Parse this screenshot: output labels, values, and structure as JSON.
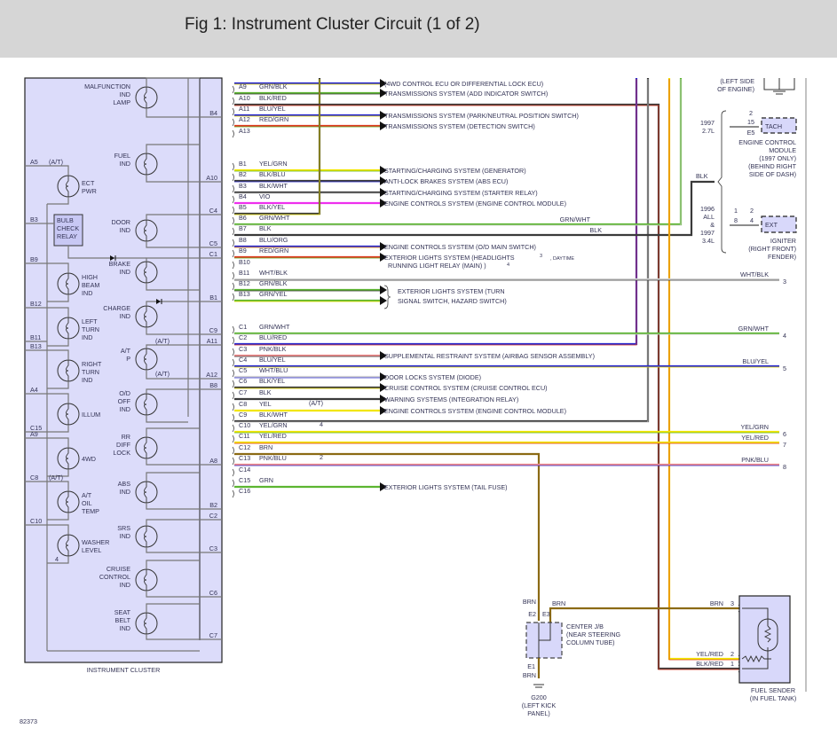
{
  "header": {
    "title": "Fig 1: Instrument Cluster Circuit (1 of 2)"
  },
  "figure_id": "82373",
  "wire_colors": {
    "GRN": "#5cb531",
    "BLK": "#3a3a3a",
    "BLU": "#2a2ad0",
    "YEL": "#f2e600",
    "RED": "#e03a20",
    "WHT": "#d4d4d4",
    "VIO": "#ee30ee",
    "PNK": "#f08a8a",
    "BRN": "#8b6a14",
    "ORG": "#ff9a00"
  },
  "cluster": {
    "label": "INSTRUMENT CLUSTER",
    "fill": "#dcdcfa",
    "relay": {
      "lines": [
        "BULB",
        "CHECK",
        "RELAY"
      ],
      "pin": "B3"
    },
    "right_lamps": [
      {
        "lines": [
          "MALFUNCTION",
          "IND",
          "LAMP"
        ],
        "bottom": "B4"
      },
      {
        "lines": [
          "FUEL",
          "IND"
        ],
        "bottom": "A10"
      },
      {
        "lines": [
          "DOOR",
          "IND"
        ],
        "top": "C4",
        "bottom": "C5"
      },
      {
        "lines": [
          "BRAKE",
          "IND"
        ],
        "top": "C1"
      },
      {
        "lines": [
          "CHARGE",
          "IND"
        ],
        "top": "B1",
        "bottom": "C9"
      },
      {
        "lines": [
          "A/T",
          "P"
        ],
        "top": "A11",
        "bottom": "A12",
        "note_top": "(A/T)",
        "note_bottom": "(A/T)"
      },
      {
        "lines": [
          "O/D",
          "OFF",
          "IND"
        ],
        "top": "B8"
      },
      {
        "lines": [
          "RR",
          "DIFF",
          "LOCK"
        ],
        "bottom": "A8"
      },
      {
        "lines": [
          "ABS",
          "IND"
        ],
        "bottom": "B2"
      },
      {
        "lines": [
          "SRS",
          "IND"
        ],
        "top": "C2",
        "bottom": "C3"
      },
      {
        "lines": [
          "CRUISE",
          "CONTROL",
          "IND"
        ],
        "bottom": "C6"
      },
      {
        "lines": [
          "SEAT",
          "BELT",
          "IND"
        ],
        "bottom": "C7"
      }
    ],
    "left_lamps": [
      {
        "lines": [
          "ECT",
          "PWR"
        ],
        "pin": "A5",
        "note": "(A/T)"
      },
      {
        "lines": [
          "HIGH",
          "BEAM",
          "IND"
        ],
        "pin": "B9"
      },
      {
        "lines": [
          "LEFT",
          "TURN",
          "IND"
        ],
        "pin": "B12"
      },
      {
        "lines": [
          "RIGHT",
          "TURN",
          "IND"
        ],
        "pin": "B13"
      },
      {
        "lines": [
          "ILLUM"
        ],
        "pin": "A4",
        "bottom": "C15"
      },
      {
        "lines": [
          "4WD"
        ],
        "pin": "A9"
      },
      {
        "lines": [
          "A/T",
          "OIL",
          "TEMP"
        ],
        "pin": "C8",
        "note": "(A/T)"
      },
      {
        "lines": [
          "WASHER",
          "LEVEL"
        ],
        "pin": "C10",
        "note": "4"
      }
    ],
    "left_extra_pin": "B11"
  },
  "connector": {
    "top_dest": "(4WD CONTROL ECU OR DIFFERENTIAL LOCK ECU)",
    "pins": [
      {
        "pin": "A9",
        "wire": "GRN/BLK",
        "dest": "TRANSMISSIONS SYSTEM      (ADD INDICATOR SWITCH)"
      },
      {
        "pin": "A10",
        "wire": "BLK/RED"
      },
      {
        "pin": "A11",
        "wire": "BLU/YEL",
        "dest": "TRANSMISSIONS SYSTEM (PARK/NEUTRAL POSITION SWITCH)"
      },
      {
        "pin": "A12",
        "wire": "RED/GRN",
        "dest": "TRANSMISSIONS SYSTEM      (DETECTION SWITCH)"
      },
      {
        "pin": "A13"
      },
      {
        "pin": "B1",
        "wire": "YEL/GRN",
        "dest": "STARTING/CHARGING SYSTEM (GENERATOR)"
      },
      {
        "pin": "B2",
        "wire": "BLK/BLU",
        "dest": "ANTI-LOCK BRAKES SYSTEM (ABS ECU)"
      },
      {
        "pin": "B3",
        "wire": "BLK/WHT",
        "dest": "STARTING/CHARGING SYSTEM (STARTER RELAY)"
      },
      {
        "pin": "B4",
        "wire": "VIO",
        "dest": "ENGINE CONTROLS SYSTEM (ENGINE CONTROL MODULE)"
      },
      {
        "pin": "B5",
        "wire": "BLK/YEL"
      },
      {
        "pin": "B6",
        "wire": "GRN/WHT"
      },
      {
        "pin": "B7",
        "wire": "BLK"
      },
      {
        "pin": "B8",
        "wire": "BLU/ORG",
        "dest": "ENGINE CONTROLS SYSTEM (O/D MAIN SWITCH)"
      },
      {
        "pin": "B9",
        "wire": "RED/GRN",
        "dest": "EXTERIOR LIGHTS SYSTEM (HEADLIGHTS",
        "dest_sup": "3",
        "dest_tail": ", DAYTIME",
        "dest2": "RUNNING LIGHT RELAY (MAIN) )",
        "dest2_sup": "4"
      },
      {
        "pin": "B10"
      },
      {
        "pin": "B11",
        "wire": "WHT/BLK"
      },
      {
        "pin": "B12",
        "wire": "GRN/BLK",
        "brace": true
      },
      {
        "pin": "B13",
        "wire": "GRN/YEL",
        "brace": true
      },
      {
        "pin": "C1",
        "wire": "GRN/WHT"
      },
      {
        "pin": "C2",
        "wire": "BLU/RED"
      },
      {
        "pin": "C3",
        "wire": "PNK/BLK",
        "dest": "SUPPLEMENTAL RESTRAINT SYSTEM (AIRBAG SENSOR ASSEMBLY)"
      },
      {
        "pin": "C4",
        "wire": "BLU/YEL"
      },
      {
        "pin": "C5",
        "wire": "WHT/BLU",
        "dest": "DOOR LOCKS SYSTEM (DIODE)"
      },
      {
        "pin": "C6",
        "wire": "BLK/YEL",
        "dest": "CRUISE CONTROL SYSTEM (CRUISE CONTROL ECU)"
      },
      {
        "pin": "C7",
        "wire": "BLK",
        "dest": "WARNING SYSTEMS (INTEGRATION RELAY)"
      },
      {
        "pin": "C8",
        "wire": "YEL",
        "note": "(A/T)",
        "dest": "ENGINE CONTROLS SYSTEM (ENGINE CONTROL MODULE)"
      },
      {
        "pin": "C9",
        "wire": "BLK/WHT"
      },
      {
        "pin": "C10",
        "wire": "YEL/GRN",
        "note": "4"
      },
      {
        "pin": "C11",
        "wire": "YEL/RED"
      },
      {
        "pin": "C12",
        "wire": "BRN"
      },
      {
        "pin": "C13",
        "wire": "PNK/BLU",
        "note": "2"
      },
      {
        "pin": "C14"
      },
      {
        "pin": "C15",
        "wire": "GRN",
        "dest": "EXTERIOR LIGHTS SYSTEM (TAIL FUSE)"
      },
      {
        "pin": "C16"
      }
    ],
    "brace_dest": [
      "EXTERIOR LIGHTS SYSTEM (TURN",
      "SIGNAL SWITCH, HAZARD SWITCH)"
    ]
  },
  "right_terminals": [
    {
      "num": "3",
      "wire": "WHT/BLK",
      "from": "B11"
    },
    {
      "num": "4",
      "wire": "GRN/WHT",
      "from": "C1"
    },
    {
      "num": "5",
      "wire": "BLU/YEL",
      "from": "C4"
    },
    {
      "num": "6",
      "wire": "YEL/GRN",
      "from": "C10"
    },
    {
      "num": "7",
      "wire": "YEL/RED",
      "from": "C11"
    },
    {
      "num": "8",
      "wire": "PNK/BLU",
      "from": "C13"
    }
  ],
  "long_wire_labels": {
    "B6": "GRN/WHT",
    "B7": "BLK"
  },
  "ground_top": {
    "lines": [
      "(LEFT SIDE",
      "OF ENGINE)"
    ]
  },
  "blk_branch": {
    "wire": "BLK",
    "v1": [
      "1997",
      "2.7L"
    ],
    "v2": [
      "1996",
      "ALL",
      "&",
      "1997",
      "3.4L"
    ]
  },
  "tach": {
    "label": "TACH",
    "pins": [
      "2",
      "15",
      "E5"
    ],
    "caption": [
      "ENGINE CONTROL",
      "MODULE",
      "(1997 ONLY)",
      "(BEHIND RIGHT",
      "SIDE OF DASH)"
    ]
  },
  "igniter": {
    "label": "EXT",
    "pins_top": [
      "1",
      "2"
    ],
    "pins": [
      "8",
      "4"
    ],
    "caption": [
      "IGNITER",
      "(RIGHT FRONT)",
      "FENDER)"
    ]
  },
  "center_jb": {
    "caption": [
      "CENTER J/B",
      "(NEAR STEERING",
      "COLUMN TUBE)"
    ],
    "pins": [
      "E2",
      "E3",
      "E1"
    ],
    "wire_in": "BRN",
    "wire_out": "BRN",
    "wire_branch": "BRN"
  },
  "ground_g200": {
    "lines": [
      "G200",
      "(LEFT KICK",
      "PANEL)"
    ]
  },
  "fuel_sender": {
    "caption": [
      "FUEL SENDER",
      "(IN FUEL TANK)"
    ],
    "pins": [
      {
        "wire": "BRN",
        "num": "3"
      },
      {
        "wire": "YEL/RED",
        "num": "2"
      },
      {
        "wire": "BLK/RED",
        "num": "1"
      }
    ]
  }
}
